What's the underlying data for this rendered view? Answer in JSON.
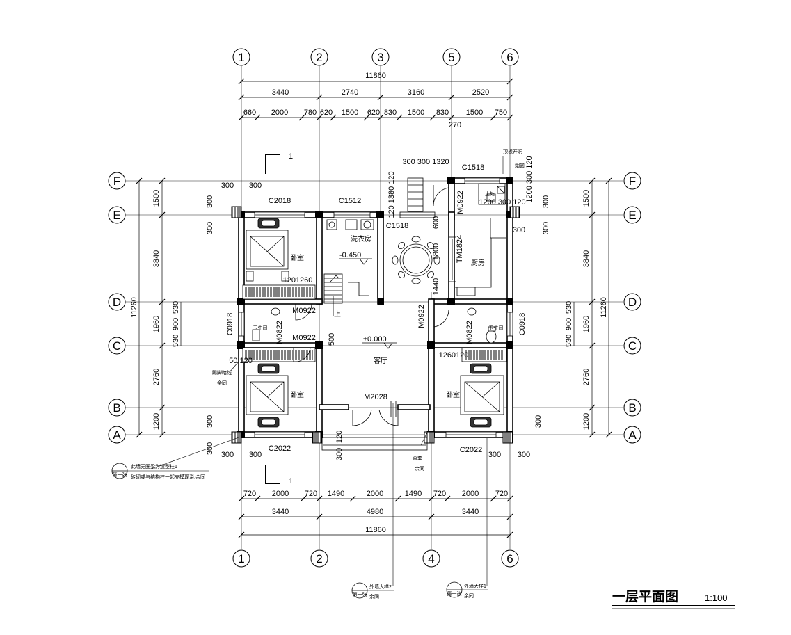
{
  "title": {
    "main": "一层平面图",
    "scale": "1:100"
  },
  "axes": {
    "top": [
      "1",
      "2",
      "3",
      "5",
      "6"
    ],
    "bottom": [
      "1",
      "2",
      "4",
      "6"
    ],
    "rows": [
      "F",
      "E",
      "D",
      "C",
      "B",
      "A"
    ]
  },
  "dims": {
    "top_total": "11860",
    "top_bays": [
      "3440",
      "2740",
      "3160",
      "2520"
    ],
    "top_detail": [
      "660",
      "2000",
      "780",
      "620",
      "1500",
      "620",
      "830",
      "1500",
      "830",
      "1500",
      "750"
    ],
    "top_270": "270",
    "bottom_detail": [
      "720",
      "2000",
      "720",
      "1490",
      "2000",
      "1490",
      "720",
      "2000",
      "720"
    ],
    "bottom_bays": [
      "3440",
      "4980",
      "3440"
    ],
    "bottom_total": "11860",
    "left_total": "11260",
    "left_rows": [
      "1500",
      "3840",
      "1960",
      "2760",
      "1200"
    ],
    "left_sub": [
      "530",
      "900",
      "530"
    ],
    "right_total": "11260",
    "right_rows": [
      "1500",
      "3840",
      "1960",
      "2760",
      "1200"
    ],
    "right_sub": [
      "530",
      "900",
      "530"
    ],
    "misc": {
      "d300": "300",
      "stair_dims": "300 300 1320",
      "col_1380": "120 1380 120",
      "kitchen_top": "1200 300 120",
      "kitchen_right": "1200 300 120",
      "d120_1260": "1201260",
      "d1260_120": "1260120",
      "d500": "500",
      "d50_120": "50 120",
      "d600": "600",
      "d1800": "1800",
      "d1440": "1440",
      "d120": "120"
    }
  },
  "rooms": {
    "bedroom": "卧室",
    "laundry": "洗衣房",
    "kitchen": "厨房",
    "bathroom": "卫生间",
    "living": "客厅",
    "up": "上"
  },
  "levels": {
    "laundry": "-0.450",
    "living": "±0.000"
  },
  "windows": {
    "c2018": "C2018",
    "c1512": "C1512",
    "c1518_top": "C1518",
    "c1518": "C1518",
    "c0918_left": "C0918",
    "c0918_right": "C0918",
    "c2022_left": "C2022",
    "c2022_right": "C2022"
  },
  "doors": {
    "m0922_kitchen": "M0922",
    "m0922_bath": "M0922",
    "m0922_bed": "M0922",
    "m0922_living": "M0922",
    "m0822_left": "M0822",
    "m0822_right": "M0822",
    "tm1824": "TM1824",
    "m2028": "M2028"
  },
  "notes": {
    "roof_opening": "顶板开洞",
    "chimney": "烟囱",
    "earth_fill": "土处",
    "section_mark": "1",
    "skirting_1": "踢脚暗线",
    "skirting_2": "余同",
    "note_1_line1": "此墙无圈梁为造型柱1",
    "note_1_line2": "砖砌或与结构柱一起支模现浇,余同",
    "sill_1": "窗套",
    "sill_2": "余同",
    "ext_wall_2": "外墙大样2",
    "ext_wall_1": "外墙大样1",
    "yu_tong": "余同",
    "sheet_code": "第一张"
  }
}
